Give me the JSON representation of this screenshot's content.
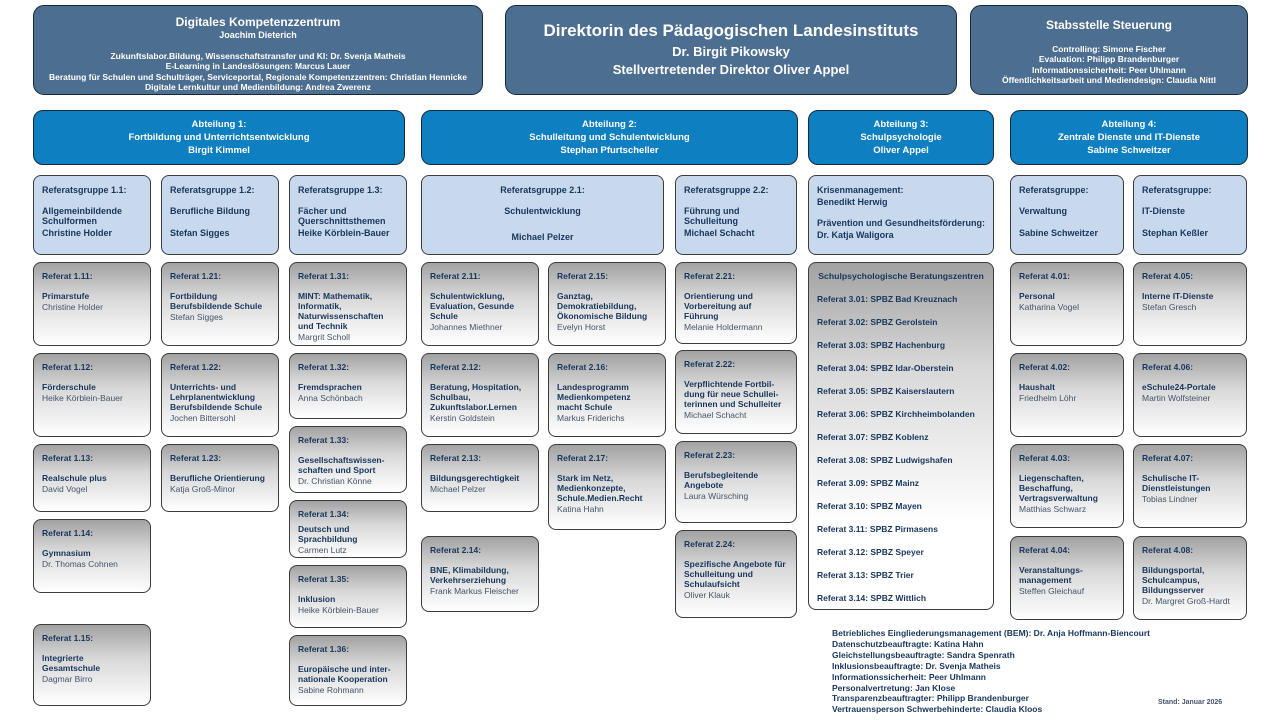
{
  "colors": {
    "top_box_blue": "#4c6e90",
    "department_blue": "#0e7fc1",
    "group_light_blue": "#c9d9ed",
    "navy_text": "#17365d",
    "referat_gray_top": "#a2a2a2"
  },
  "top_left": {
    "title": "Digitales Kompetenzzentrum",
    "lead": "Joachim Dieterich",
    "lines": [
      "Zukunftslabor.Bildung, Wissenschaftstransfer und KI: Dr. Svenja Matheis",
      "E-Learning in Landeslösungen: Marcus Lauer",
      "Beratung für Schulen und Schulträger, Serviceportal, Regionale Kompetenzzentren: Christian Hennicke",
      "Digitale Lernkultur und Medienbildung: Andrea Zwerenz"
    ]
  },
  "top_center": {
    "title": "Direktorin des Pädagogischen Landesinstituts",
    "line2": "Dr. Birgit Pikowsky",
    "line3": "Stellvertretender Direktor Oliver Appel"
  },
  "top_right": {
    "title": "Stabsstelle Steuerung",
    "lines": [
      "Controlling: Simone Fischer",
      "Evaluation: Philipp Brandenburger",
      "Informationssicherheit: Peer Uhlmann",
      "Öffentlichkeitsarbeit und Mediendesign: Claudia Nittl"
    ]
  },
  "abteilungen": [
    {
      "label": "Abteilung 1:",
      "title": "Fortbildung und Unterrichtsentwicklung",
      "lead": "Birgit Kimmel"
    },
    {
      "label": "Abteilung 2:",
      "title": "Schulleitung und Schulentwicklung",
      "lead": "Stephan Pfurtscheller"
    },
    {
      "label": "Abteilung 3:",
      "title": "Schulpsychologie",
      "lead": "Oliver Appel"
    },
    {
      "label": "Abteilung 4:",
      "title": "Zentrale Dienste und IT-Dienste",
      "lead": "Sabine Schweitzer"
    }
  ],
  "referatsgruppen": [
    {
      "label": "Referatsgruppe 1.1:",
      "title": "Allgemeinbildende Schulformen",
      "name": "Christine Holder"
    },
    {
      "label": "Referatsgruppe 1.2:",
      "title": "Berufliche Bildung",
      "name": "Stefan Sigges"
    },
    {
      "label": "Referatsgruppe 1.3:",
      "title": "Fächer und Querschnittsthemen",
      "name": "Heike Körblein-Bauer"
    },
    {
      "label": "Referatsgruppe 2.1:",
      "title": "Schulentwicklung",
      "name": "Michael Pelzer"
    },
    {
      "label": "Referatsgruppe 2.2:",
      "title": "Führung und Schulleitung",
      "name": "Michael Schacht"
    },
    {
      "label": "Referatsgruppe:",
      "title": "Verwaltung",
      "name": "Sabine Schweitzer"
    },
    {
      "label": "Referatsgruppe:",
      "title": "IT-Dienste",
      "name": "Stephan Keßler"
    }
  ],
  "krisen_box": {
    "line1": "Krisenmanagement:",
    "line2": "Benedikt Herwig",
    "line3": "Prävention und Gesundheitsförderung:",
    "line4": "Dr. Katja Waligora"
  },
  "referate": [
    {
      "label": "Referat 1.11:",
      "title": "Primarstufe",
      "name": "Christine Holder"
    },
    {
      "label": "Referat 1.12:",
      "title": "Förderschule",
      "name": "Heike Körblein-Bauer"
    },
    {
      "label": "Referat 1.13:",
      "title": "Realschule plus",
      "name": "David Vogel"
    },
    {
      "label": "Referat 1.14:",
      "title": "Gymnasium",
      "name": "Dr. Thomas Cohnen"
    },
    {
      "label": "Referat 1.15:",
      "title": "Integrierte Gesamtschule",
      "name": "Dagmar Birro"
    },
    {
      "label": "Referat 1.21:",
      "title": "Fortbildung Berufsbildende Schule",
      "name": "Stefan Sigges"
    },
    {
      "label": "Referat 1.22:",
      "title": "Unterrichts- und Lehrplanentwicklung Berufsbildende Schule",
      "name": "Jochen Bittersohl"
    },
    {
      "label": "Referat 1.23:",
      "title": "Berufliche Orientierung",
      "name": "Katja Groß-Minor"
    },
    {
      "label": "Referat 1.31:",
      "title": "MINT: Mathematik, Informatik, Naturwissenschaften und Technik",
      "name": "Margrit Scholl"
    },
    {
      "label": "Referat 1.32:",
      "title": "Fremdsprachen",
      "name": "Anna Schönbach"
    },
    {
      "label": "Referat 1.33:",
      "title": "Gesellschaftswissen­schaften und Sport",
      "name": "Dr. Christian Könne"
    },
    {
      "label": "Referat 1.34:",
      "title": "Deutsch und Sprachbildung",
      "name": "Carmen Lutz"
    },
    {
      "label": "Referat 1.35:",
      "title": "Inklusion",
      "name": "Heike Körblein-Bauer"
    },
    {
      "label": "Referat 1.36:",
      "title": "Europäische und inter­nationale Kooperation",
      "name": "Sabine Rohmann"
    },
    {
      "label": "Referat 2.11:",
      "title": "Schulentwicklung, Evaluation, Gesunde Schule",
      "name": "Johannes Miethner"
    },
    {
      "label": "Referat 2.12:",
      "title": "Beratung, Hospitation, Schulbau, Zukunftslabor.Lernen",
      "name": "Kerstin Goldstein"
    },
    {
      "label": "Referat 2.13:",
      "title": "Bildungsgerechtigkeit",
      "name": "Michael Pelzer"
    },
    {
      "label": "Referat 2.14:",
      "title": "BNE, Klimabildung, Verkehrserziehung",
      "name": "Frank Markus Fleischer"
    },
    {
      "label": "Referat 2.15:",
      "title": "Ganztag, Demokratiebildung, Ökonomische Bildung",
      "name": "Evelyn Horst"
    },
    {
      "label": "Referat 2.16:",
      "title": "Landesprogramm Medienkompetenz macht Schule",
      "name": "Markus Friderichs"
    },
    {
      "label": "Referat 2.17:",
      "title": "Stark im Netz, Medienkonzepte, Schule.Medien.Recht",
      "name": "Katina Hahn"
    },
    {
      "label": "Referat 2.21:",
      "title": "Orientierung und Vorbereitung auf Führung",
      "name": "Melanie Holdermann"
    },
    {
      "label": "Referat 2.22:",
      "title": "Verpflichtende Fortbil­dung für neue Schullei­terinnen und Schulleiter",
      "name": "Michael Schacht"
    },
    {
      "label": "Referat 2.23:",
      "title": "Berufsbegleitende Angebote",
      "name": "Laura Würsching"
    },
    {
      "label": "Referat 2.24:",
      "title": "Spezifische Angebote für Schulleitung und Schulaufsicht",
      "name": "Oliver Klauk"
    },
    {
      "label": "Referat 4.01:",
      "title": "Personal",
      "name": "Katharina Vogel"
    },
    {
      "label": "Referat 4.02:",
      "title": "Haushalt",
      "name": "Friedhelm Löhr"
    },
    {
      "label": "Referat 4.03:",
      "title": "Liegenschaften, Beschaffung, Vertragsverwaltung",
      "name": "Matthias Schwarz"
    },
    {
      "label": "Referat 4.04:",
      "title": "Veranstaltungs­management",
      "name": "Steffen Gleichauf"
    },
    {
      "label": "Referat 4.05:",
      "title": "Interne IT-Dienste",
      "name": "Stefan Gresch"
    },
    {
      "label": "Referat 4.06:",
      "title": "eSchule24-Portale",
      "name": "Martin Wolfsteiner"
    },
    {
      "label": "Referat 4.07:",
      "title": "Schulische IT-Dienstleistungen",
      "name": "Tobias Lindner"
    },
    {
      "label": "Referat 4.08:",
      "title": "Bildungsportal, Schulcampus, Bildungsserver",
      "name": "Dr. Margret Groß-Hardt"
    }
  ],
  "spbz": {
    "header": "Schulpsychologische Beratungszentren",
    "items": [
      "Referat 3.01: SPBZ Bad Kreuznach",
      "Referat 3.02: SPBZ Gerolstein",
      "Referat 3.03: SPBZ Hachenburg",
      "Referat 3.04: SPBZ Idar-Oberstein",
      "Referat 3.05: SPBZ Kaiserslautern",
      "Referat 3.06: SPBZ Kirchheimbolanden",
      "Referat 3.07: SPBZ Koblenz",
      "Referat 3.08: SPBZ Ludwigshafen",
      "Referat 3.09: SPBZ Mainz",
      "Referat 3.10: SPBZ Mayen",
      "Referat 3.11: SPBZ Pirmasens",
      "Referat 3.12: SPBZ Speyer",
      "Referat 3.13: SPBZ Trier",
      "Referat 3.14: SPBZ Wittlich"
    ]
  },
  "footnotes": [
    "Betriebliches Eingliederungsmanagement (BEM): Dr. Anja Hoffmann-Biencourt",
    "Datenschutzbeauftragte: Katina Hahn",
    "Gleichstellungsbeauftragte: Sandra Spenrath",
    "Inklusionsbeauftragte: Dr. Svenja Matheis",
    "Informationssicherheit: Peer Uhlmann",
    "Personalvertretung: Jan Klose",
    "Transparenzbeauftragter: Philipp Brandenburger",
    "Vertrauensperson Schwerbehinderte: Claudia Kloos"
  ],
  "stand": "Stand: Januar 2026"
}
